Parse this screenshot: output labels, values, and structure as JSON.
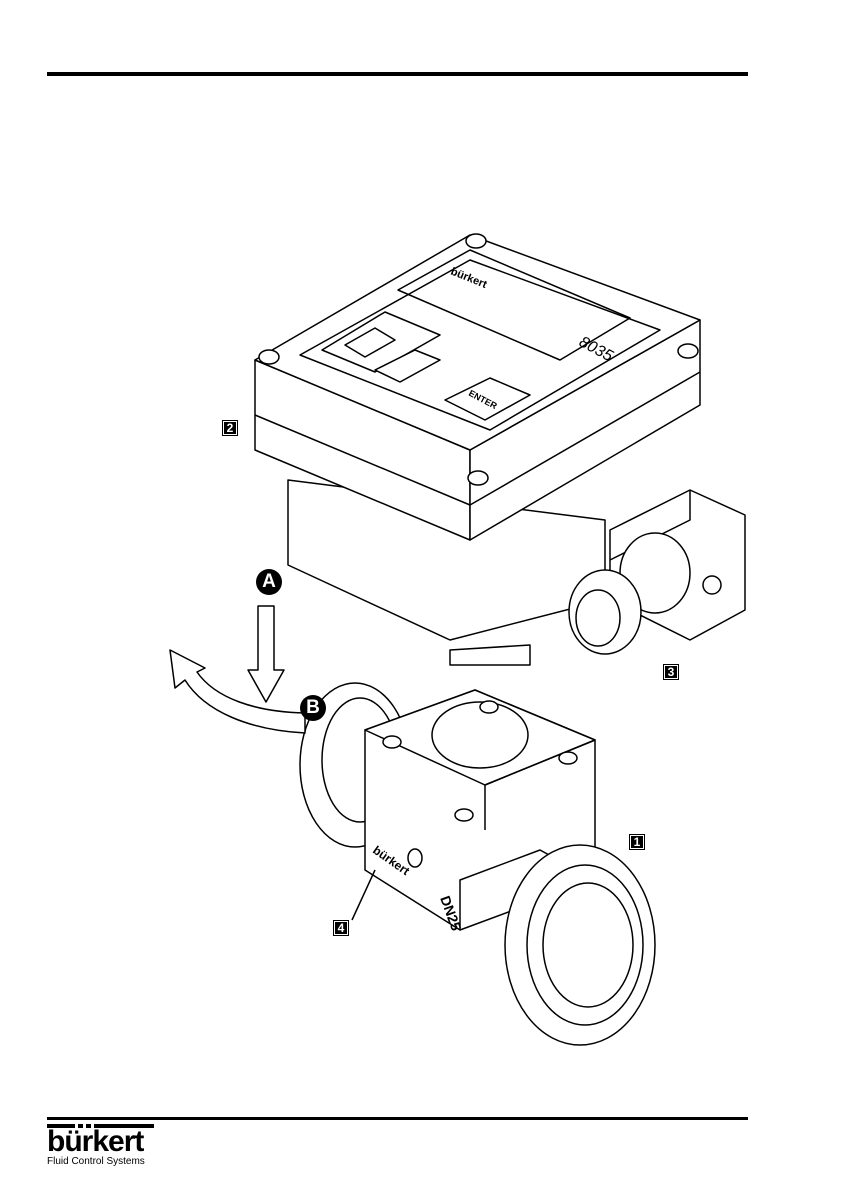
{
  "figure": {
    "callouts": {
      "part1": "1",
      "part2": "2",
      "part3": "3",
      "part4": "4",
      "stepA": "A",
      "stepB": "B"
    },
    "device_markings": {
      "brand": "bürkert",
      "model": "8035",
      "enter_key": "ENTER",
      "pipe_size": "DN25",
      "fitting_brand": "bürkert"
    }
  },
  "footer": {
    "logo_word": "bürkert",
    "logo_tagline": "Fluid Control Systems"
  }
}
